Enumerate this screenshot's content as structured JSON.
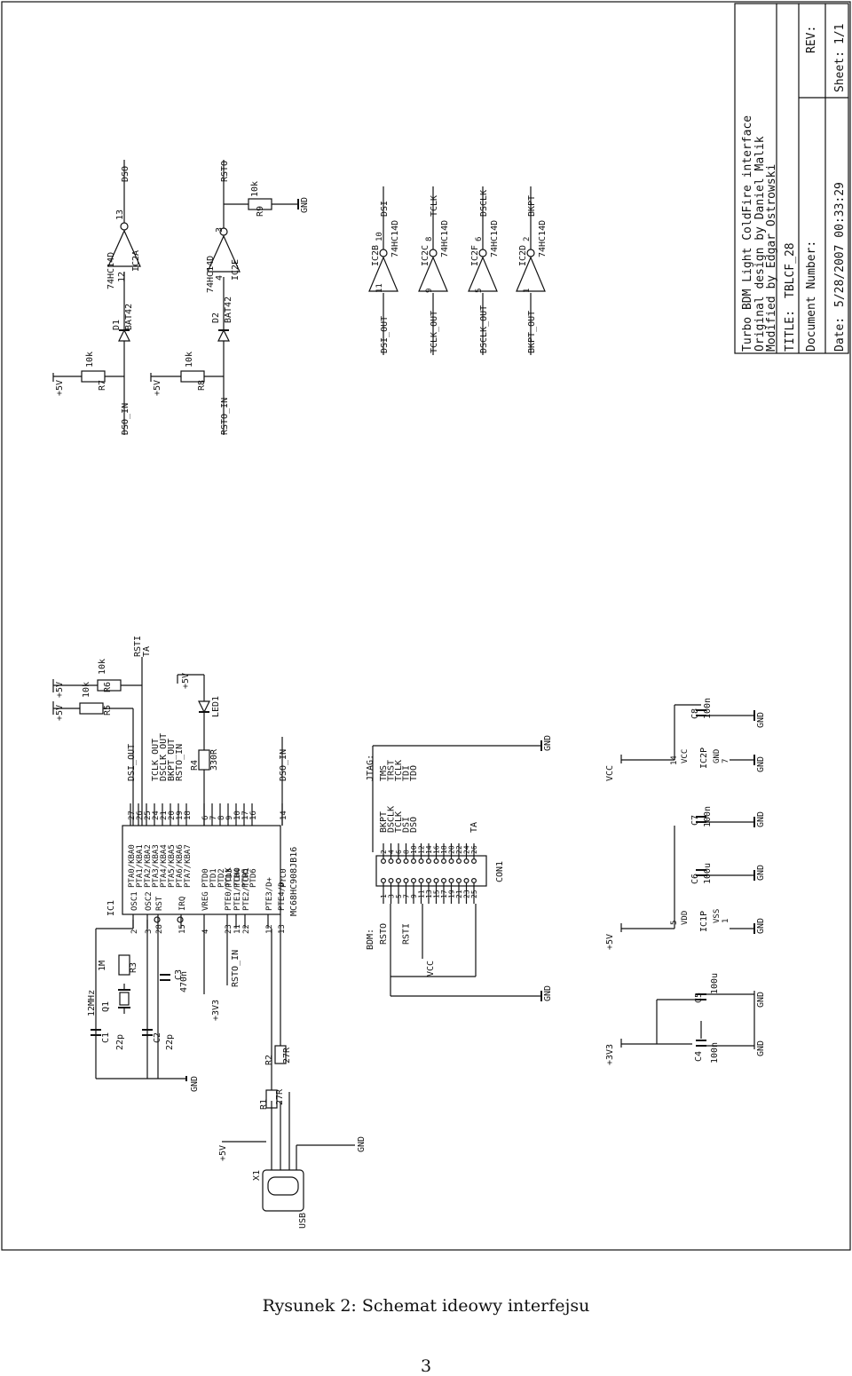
{
  "title_block": {
    "line1": "Turbo BDM Light ColdFire interface",
    "line2": "Original design by Daniel Malik",
    "line3": "Modified by Edgar Ostrowski",
    "title_label": "TITLE:",
    "title_value": "TBLCF_28",
    "doc_label": "Document Number:",
    "rev_label": "REV:",
    "date_label": "Date:",
    "date_value": "5/28/2007 00:33:29",
    "sheet_label": "Sheet:",
    "sheet_value": "1/1"
  },
  "caption": "Rysunek 2: Schemat ideowy interfejsu",
  "page_number": "3",
  "mcu": {
    "ref": "IC1",
    "part": "MC68HC908JB16",
    "left_pins": [
      {
        "num": "2",
        "name": "OSC1"
      },
      {
        "num": "3",
        "name": "OSC2"
      },
      {
        "num": "28",
        "name": "RST"
      },
      {
        "num": "15",
        "name": "IRQ"
      },
      {
        "num": "4",
        "name": "VREG"
      },
      {
        "num": "23",
        "name": "PTE0/TCLK"
      },
      {
        "num": "11",
        "name": "PTE1/TCH0"
      },
      {
        "num": "22",
        "name": "PTE2/TCH1"
      },
      {
        "num": "12",
        "name": "PTE3/D+"
      },
      {
        "num": "13",
        "name": "PTE4/D-"
      }
    ],
    "right_pins": [
      {
        "num": "27",
        "name": "PTA0/KBA0",
        "net": "DSI_OUT"
      },
      {
        "num": "26",
        "name": "PTA1/KBA1",
        "net": ""
      },
      {
        "num": "25",
        "name": "PTA2/KBA2",
        "net": ""
      },
      {
        "num": "24",
        "name": "PTA3/KBA3",
        "net": "TCLK_OUT"
      },
      {
        "num": "21",
        "name": "PTA4/KBA4",
        "net": "DSCLK_OUT"
      },
      {
        "num": "20",
        "name": "PTA5/KBA5",
        "net": "BKPT_OUT"
      },
      {
        "num": "19",
        "name": "PTA6/KBA6",
        "net": "RSTO_IN"
      },
      {
        "num": "18",
        "name": "PTA7/KBA7",
        "net": ""
      },
      {
        "num": "6",
        "name": "PTD0",
        "net": ""
      },
      {
        "num": "7",
        "name": "PTD1",
        "net": ""
      },
      {
        "num": "8",
        "name": "PTD2",
        "net": ""
      },
      {
        "num": "9",
        "name": "PTD3",
        "net": ""
      },
      {
        "num": "10",
        "name": "PTD4",
        "net": ""
      },
      {
        "num": "17",
        "name": "PTD5",
        "net": ""
      },
      {
        "num": "16",
        "name": "PTD6",
        "net": ""
      },
      {
        "num": "14",
        "name": "PTC0",
        "net": "DSO_IN"
      }
    ]
  },
  "parts": {
    "r5": {
      "ref": "R5",
      "value": "10k"
    },
    "r6": {
      "ref": "R6",
      "value": "10k"
    },
    "r7": {
      "ref": "R7",
      "value": "10k"
    },
    "r8": {
      "ref": "R8",
      "value": "10k"
    },
    "r9": {
      "ref": "R9",
      "value": "10k"
    },
    "r4": {
      "ref": "R4",
      "value": "330R"
    },
    "r3": {
      "ref": "R3",
      "value": "1M"
    },
    "r1": {
      "ref": "R1",
      "value": "27R"
    },
    "r2": {
      "ref": "R2",
      "value": "27R"
    },
    "q1": {
      "ref": "Q1",
      "value": "12MHz"
    },
    "c1": {
      "ref": "C1",
      "value": "22p"
    },
    "c2": {
      "ref": "C2",
      "value": "22p"
    },
    "c3": {
      "ref": "C3",
      "value": "470n"
    },
    "c4": {
      "ref": "C4",
      "value": "100n"
    },
    "c5": {
      "ref": "C5",
      "value": "100u"
    },
    "c6": {
      "ref": "C6",
      "value": "100u"
    },
    "c7": {
      "ref": "C7",
      "value": "100n"
    },
    "c8": {
      "ref": "C8",
      "value": "100n"
    },
    "led1": {
      "ref": "LED1"
    },
    "d1": {
      "ref": "D1",
      "value": "BAT42"
    },
    "d2": {
      "ref": "D2",
      "value": "BAT42"
    },
    "x1": {
      "ref": "X1",
      "value": "USB"
    },
    "con1": {
      "ref": "CON1"
    }
  },
  "nets": {
    "p5v": "+5V",
    "p3v3": "+3V3",
    "gnd": "GND",
    "vcc": "VCC",
    "rsti": "RSTI",
    "ta": "TA",
    "dsi_out": "DSI_OUT",
    "tclk_out": "TCLK_OUT",
    "dsclk_out": "DSCLK_OUT",
    "bkpt_out": "BKPT_OUT",
    "rsto_in": "RSTO_IN",
    "dso_in": "DSO_IN",
    "dso": "DSO",
    "rsto": "RSTO",
    "dsi": "DSI",
    "tclk": "TCLK",
    "dsclk": "DSCLK",
    "bkpt": "BKPT"
  },
  "gates": {
    "ic2a": {
      "ref": "IC2A",
      "part": "74HC14D",
      "in": "12",
      "out": "13"
    },
    "ic2e": {
      "ref": "IC2E",
      "part": "74HC14D",
      "in": "4",
      "out": "3"
    },
    "ic2b": {
      "ref": "IC2B",
      "part": "74HC14D",
      "in": "11",
      "out": "10"
    },
    "ic2c": {
      "ref": "IC2C",
      "part": "74HC14D",
      "in": "9",
      "out": "8"
    },
    "ic2f": {
      "ref": "IC2F",
      "part": "74HC14D",
      "in": "5",
      "out": "6"
    },
    "ic2d": {
      "ref": "IC2D",
      "part": "74HC14D",
      "in": "1",
      "out": "2"
    }
  },
  "power_units": {
    "ic1p": {
      "ref": "IC1P",
      "vdd": "VDD",
      "vss": "VSS",
      "pin_top": "5",
      "pin_bot": "1"
    },
    "ic2p": {
      "ref": "IC2P",
      "vcc": "VCC",
      "gnd": "GND",
      "pin_top": "14",
      "pin_bot": "7"
    }
  },
  "connector": {
    "bdm_label": "BDM:",
    "jtag_label": "JTAG:",
    "left_nums": [
      "1",
      "3",
      "5",
      "7",
      "9",
      "11",
      "13",
      "15",
      "17",
      "19",
      "21",
      "23",
      "25"
    ],
    "right_nums": [
      "2",
      "4",
      "6",
      "8",
      "10",
      "12",
      "14",
      "16",
      "18",
      "20",
      "22",
      "24",
      "26"
    ],
    "bdm_left": [
      "RSTO",
      "",
      "",
      "RSTI",
      "",
      "",
      "",
      "",
      "",
      "",
      "",
      "",
      ""
    ],
    "bdm_right": [
      "BKPT",
      "DSCLK",
      "TCLK",
      "DSI",
      "DSO",
      "",
      "",
      "",
      "",
      "",
      "",
      "",
      "TA"
    ],
    "jtag": [
      "TMS",
      "TRST",
      "TCLK",
      "TDI",
      "TDO"
    ]
  }
}
